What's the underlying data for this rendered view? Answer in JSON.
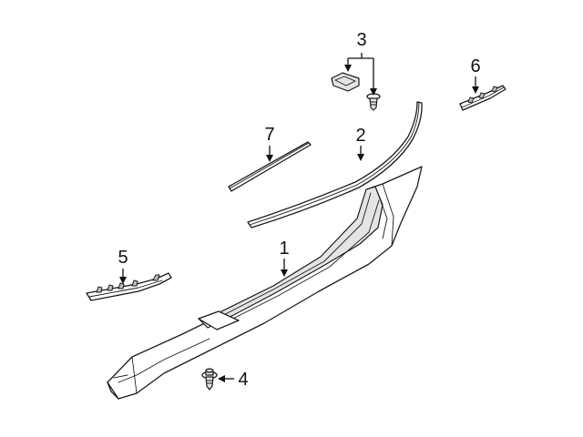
{
  "callouts": [
    {
      "id": "part-1",
      "number": "1"
    },
    {
      "id": "part-2",
      "number": "2"
    },
    {
      "id": "part-3",
      "number": "3"
    },
    {
      "id": "part-4",
      "number": "4"
    },
    {
      "id": "part-5",
      "number": "5"
    },
    {
      "id": "part-6",
      "number": "6"
    },
    {
      "id": "part-7",
      "number": "7"
    }
  ],
  "colors": {
    "line": "#1a1a1a",
    "background": "#ffffff",
    "shade": "#e4e4e4"
  }
}
